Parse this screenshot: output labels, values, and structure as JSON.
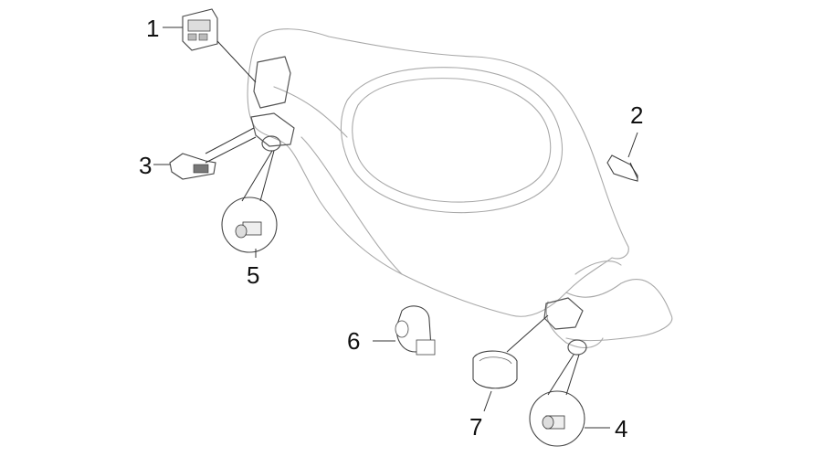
{
  "callouts": {
    "c1": "1",
    "c2": "2",
    "c3": "3",
    "c4": "4",
    "c5": "5",
    "c6": "6",
    "c7": "7"
  },
  "colors": {
    "outline": "#a9a9a9",
    "leader": "#333333",
    "text": "#111111"
  }
}
